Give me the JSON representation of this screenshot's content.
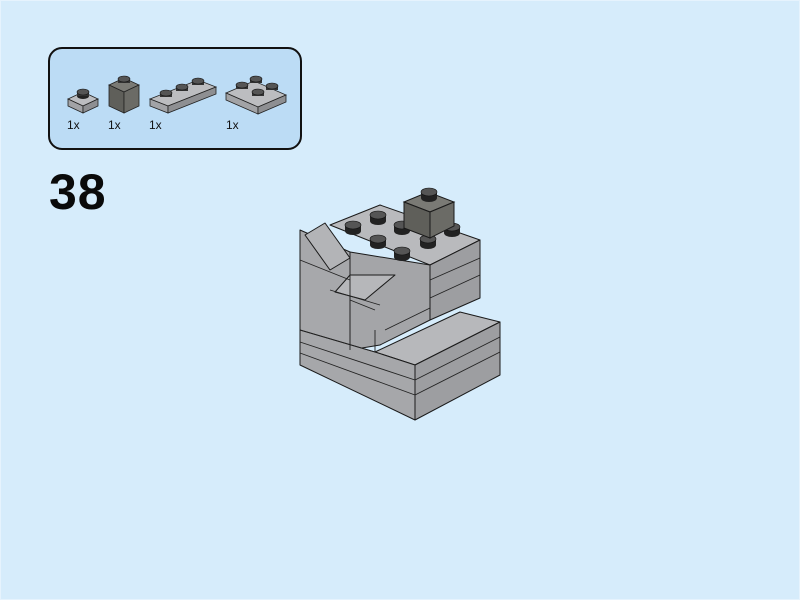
{
  "page": {
    "background_color": "#d6ecfb",
    "step_number": "38"
  },
  "parts_list": {
    "background_color": "#bcdcf5",
    "items": [
      {
        "name": "plate-1x1",
        "color": "light-bluish-gray",
        "hex": "#a9aaad",
        "qty": "1x"
      },
      {
        "name": "brick-1x1",
        "color": "dark-bluish-gray",
        "hex": "#6b6b66",
        "qty": "1x"
      },
      {
        "name": "plate-1x3",
        "color": "light-bluish-gray",
        "hex": "#a9aaad",
        "qty": "1x"
      },
      {
        "name": "plate-2x2",
        "color": "light-bluish-gray",
        "hex": "#a9aaad",
        "qty": "1x"
      }
    ]
  },
  "model": {
    "description": "assembled gray brick model with dark gray 1x1 brick on top",
    "main_color": "#a9aaad",
    "accent_color": "#6b6b66"
  }
}
